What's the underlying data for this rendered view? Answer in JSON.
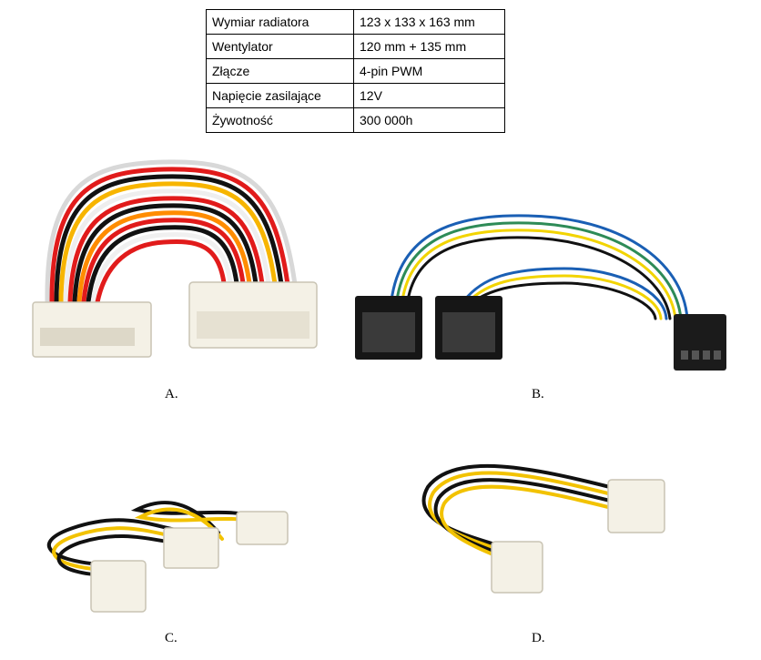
{
  "spec_table": {
    "rows": [
      {
        "label": "Wymiar radiatora",
        "value": "123 x 133 x 163 mm"
      },
      {
        "label": "Wentylator",
        "value": "120 mm + 135 mm"
      },
      {
        "label": "Złącze",
        "value": "4-pin PWM"
      },
      {
        "label": "Napięcie zasilające",
        "value": "12V"
      },
      {
        "label": "Żywotność",
        "value": "300 000h"
      }
    ]
  },
  "options": [
    {
      "letter": "A.",
      "image": "atx-24-pin-extension-cable"
    },
    {
      "letter": "B.",
      "image": "fan-4-pin-splitter-cable"
    },
    {
      "letter": "C.",
      "image": "molex-to-pcie-8-pin-adapter-cable"
    },
    {
      "letter": "D.",
      "image": "atx-4-pin-p4-extension-cable"
    }
  ]
}
